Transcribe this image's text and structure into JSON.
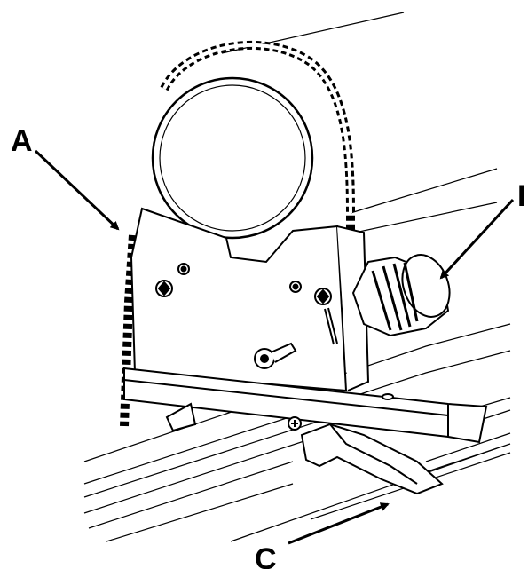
{
  "labels": {
    "a": "A",
    "b": "I",
    "c": "C"
  },
  "colors": {
    "line": "#000000",
    "background": "#ffffff"
  }
}
